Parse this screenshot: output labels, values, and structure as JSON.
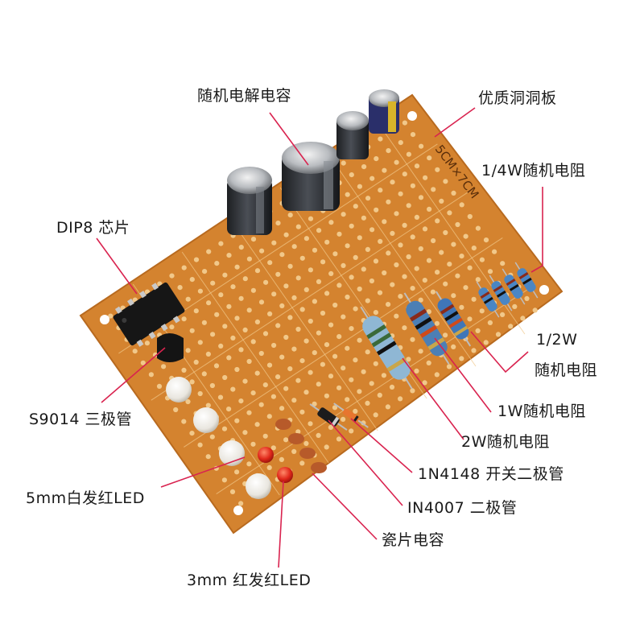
{
  "colors": {
    "board": "#d4832f",
    "board_edge": "#b86a1f",
    "pad": "#f1c88a",
    "leader": "#d9234f"
  },
  "labels": {
    "electrolytic_caps": "随机电解电容",
    "perfboard": "优质洞洞板",
    "resistor_quarter_w": "1/4W随机电阻",
    "dip8_chip": "DIP8 芯片",
    "resistor_half_w_line1": "1/2W",
    "resistor_half_w_line2": "随机电阻",
    "transistor": "S9014 三极管",
    "resistor_1w": "1W随机电阻",
    "resistor_2w": "2W随机电阻",
    "diode_1n4148": "1N4148 开关二极管",
    "led_5mm": "5mm白发红LED",
    "diode_in4007": "IN4007 二极管",
    "ceramic_caps": "瓷片电容",
    "led_3mm": "3mm 红发红LED"
  },
  "board_markings": {
    "size_text": "5CM×7CM"
  }
}
